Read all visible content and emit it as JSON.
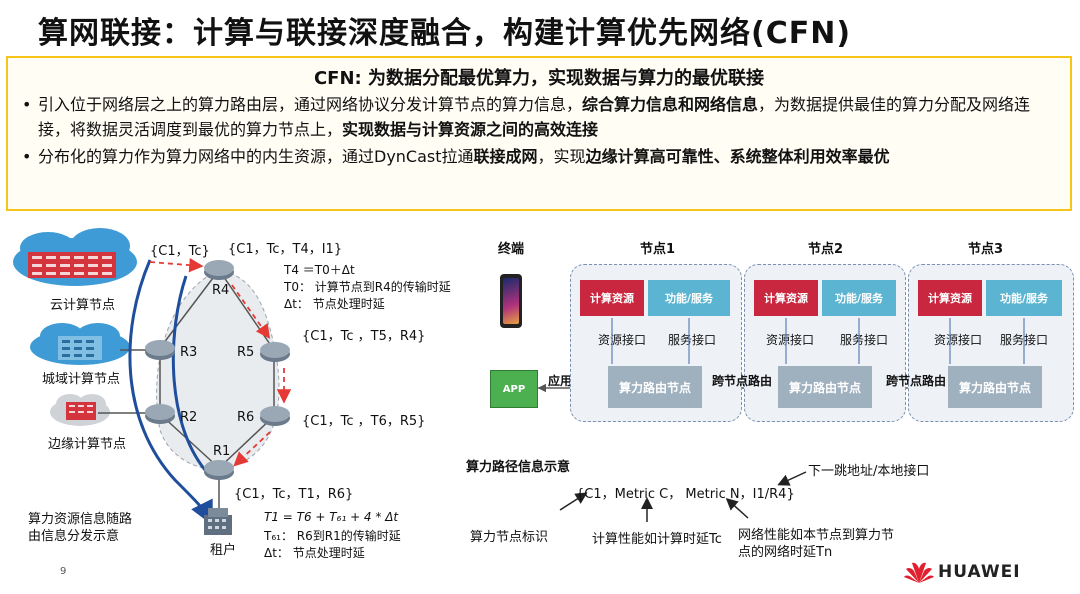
{
  "title": "算网联接：计算与联接深度融合，构建计算优先网络(CFN)",
  "summary": {
    "heading": "CFN: 为数据分配最优算力，实现数据与算力的最优联接",
    "bullet1": {
      "p1": "引入位于网络层之上的算力路由层，通过网络协议分发计算节点的算力信息，",
      "b1": "综合算力信息和网络信息",
      "p2": "，为数据提供最佳的算力分配及网络连接，将数据灵活调度到最优的算力节点上，",
      "b2": "实现数据与计算资源之间的高效连接"
    },
    "bullet2": {
      "p1": "分布化的算力作为算力网络中的内生资源，通过DynCast拉通",
      "b1": "联接成网",
      "p2": "，实现",
      "b2": "边缘计算高可靠性、系统整体利用效率最优"
    }
  },
  "left": {
    "cloud_node": "云计算节点",
    "metro_node": "城域计算节点",
    "edge_node": "边缘计算节点",
    "tenant": "租户",
    "routers": {
      "r1": "R1",
      "r2": "R2",
      "r3": "R3",
      "r4": "R4",
      "r5": "R5",
      "r6": "R6"
    },
    "msg_cloud": "{C1，Tc}",
    "msg_r4": "{C1，Tc，T4，I1}",
    "r4_formula": "T4 ＝T0＋Δt",
    "r4_t0": "T0：  计算节点到R4的传输时延",
    "r4_dt": "Δt：  节点处理时延",
    "msg_r5": "{C1，Tc ，T5，R4}",
    "msg_r6": "{C1，Tc ，T6，R5}",
    "msg_r1": "{C1，Tc，T1，R6}",
    "r1_formula": "T1 = T6 + T₆₁ + 4 * Δt",
    "r1_t61": "T₆₁：  R6到R1的传输时延",
    "r1_dt": "Δt：  节点处理时延",
    "note_line1": "算力资源信息随路",
    "note_line2": "由信息分发示意"
  },
  "right": {
    "terminal": "终端",
    "node1": "节点1",
    "node2": "节点2",
    "node3": "节点3",
    "compute_res": "计算资源",
    "func_service": "功能/服务",
    "res_iface": "资源接口",
    "svc_iface": "服务接口",
    "router_node": "算力路由节点",
    "app": "APP",
    "app_iface": "应用接口",
    "cross_route": "跨节点路由",
    "path_title": "算力路径信息示意",
    "path_tuple": "{C1，Metric C， Metric N，I1/R4}",
    "next_hop": "下一跳地址/本地接口",
    "node_id": "算力节点标识",
    "compute_perf": "计算性能如计算时延Tc",
    "net_perf_1": "网络性能如本节点到算力节",
    "net_perf_2": "点的网络时延Tn"
  },
  "footer": {
    "page": "9",
    "brand": "HUAWEI"
  },
  "colors": {
    "accent_yellow": "#f5c518",
    "compute_red": "#c9263f",
    "service_blue": "#5bb4d1",
    "router_gray": "#9fb0bf",
    "app_green": "#4caf50",
    "huawei_red": "#e0202e",
    "arrow_red": "#e53935",
    "path_blue": "#1f4e9c"
  }
}
